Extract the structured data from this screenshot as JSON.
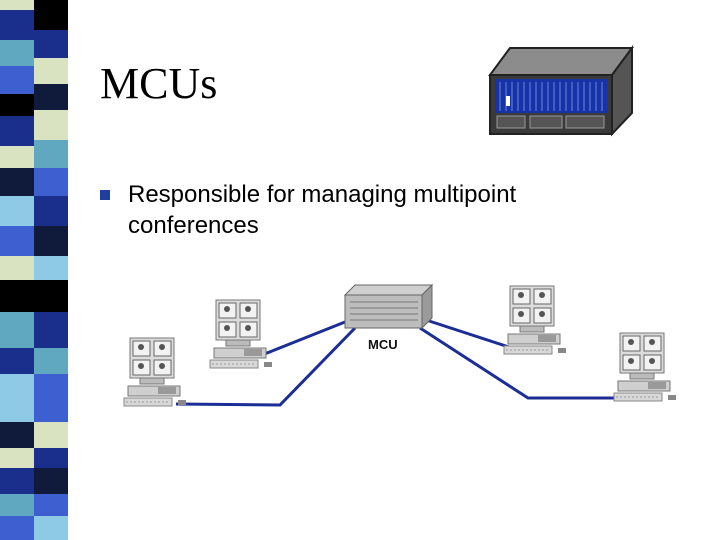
{
  "slide": {
    "title": "MCUs",
    "bullets": [
      {
        "text": "Responsible for managing multipoint conferences"
      }
    ]
  },
  "diagram": {
    "center_label": "MCU"
  },
  "colors": {
    "bullet": "#1f3f9f",
    "link_line": "#1c2e96",
    "stripe_palette": [
      "#1a2f8c",
      "#3d5fcf",
      "#5fa8c0",
      "#d9e3c2",
      "#101a3a",
      "#8ecae6",
      "#000000"
    ]
  }
}
